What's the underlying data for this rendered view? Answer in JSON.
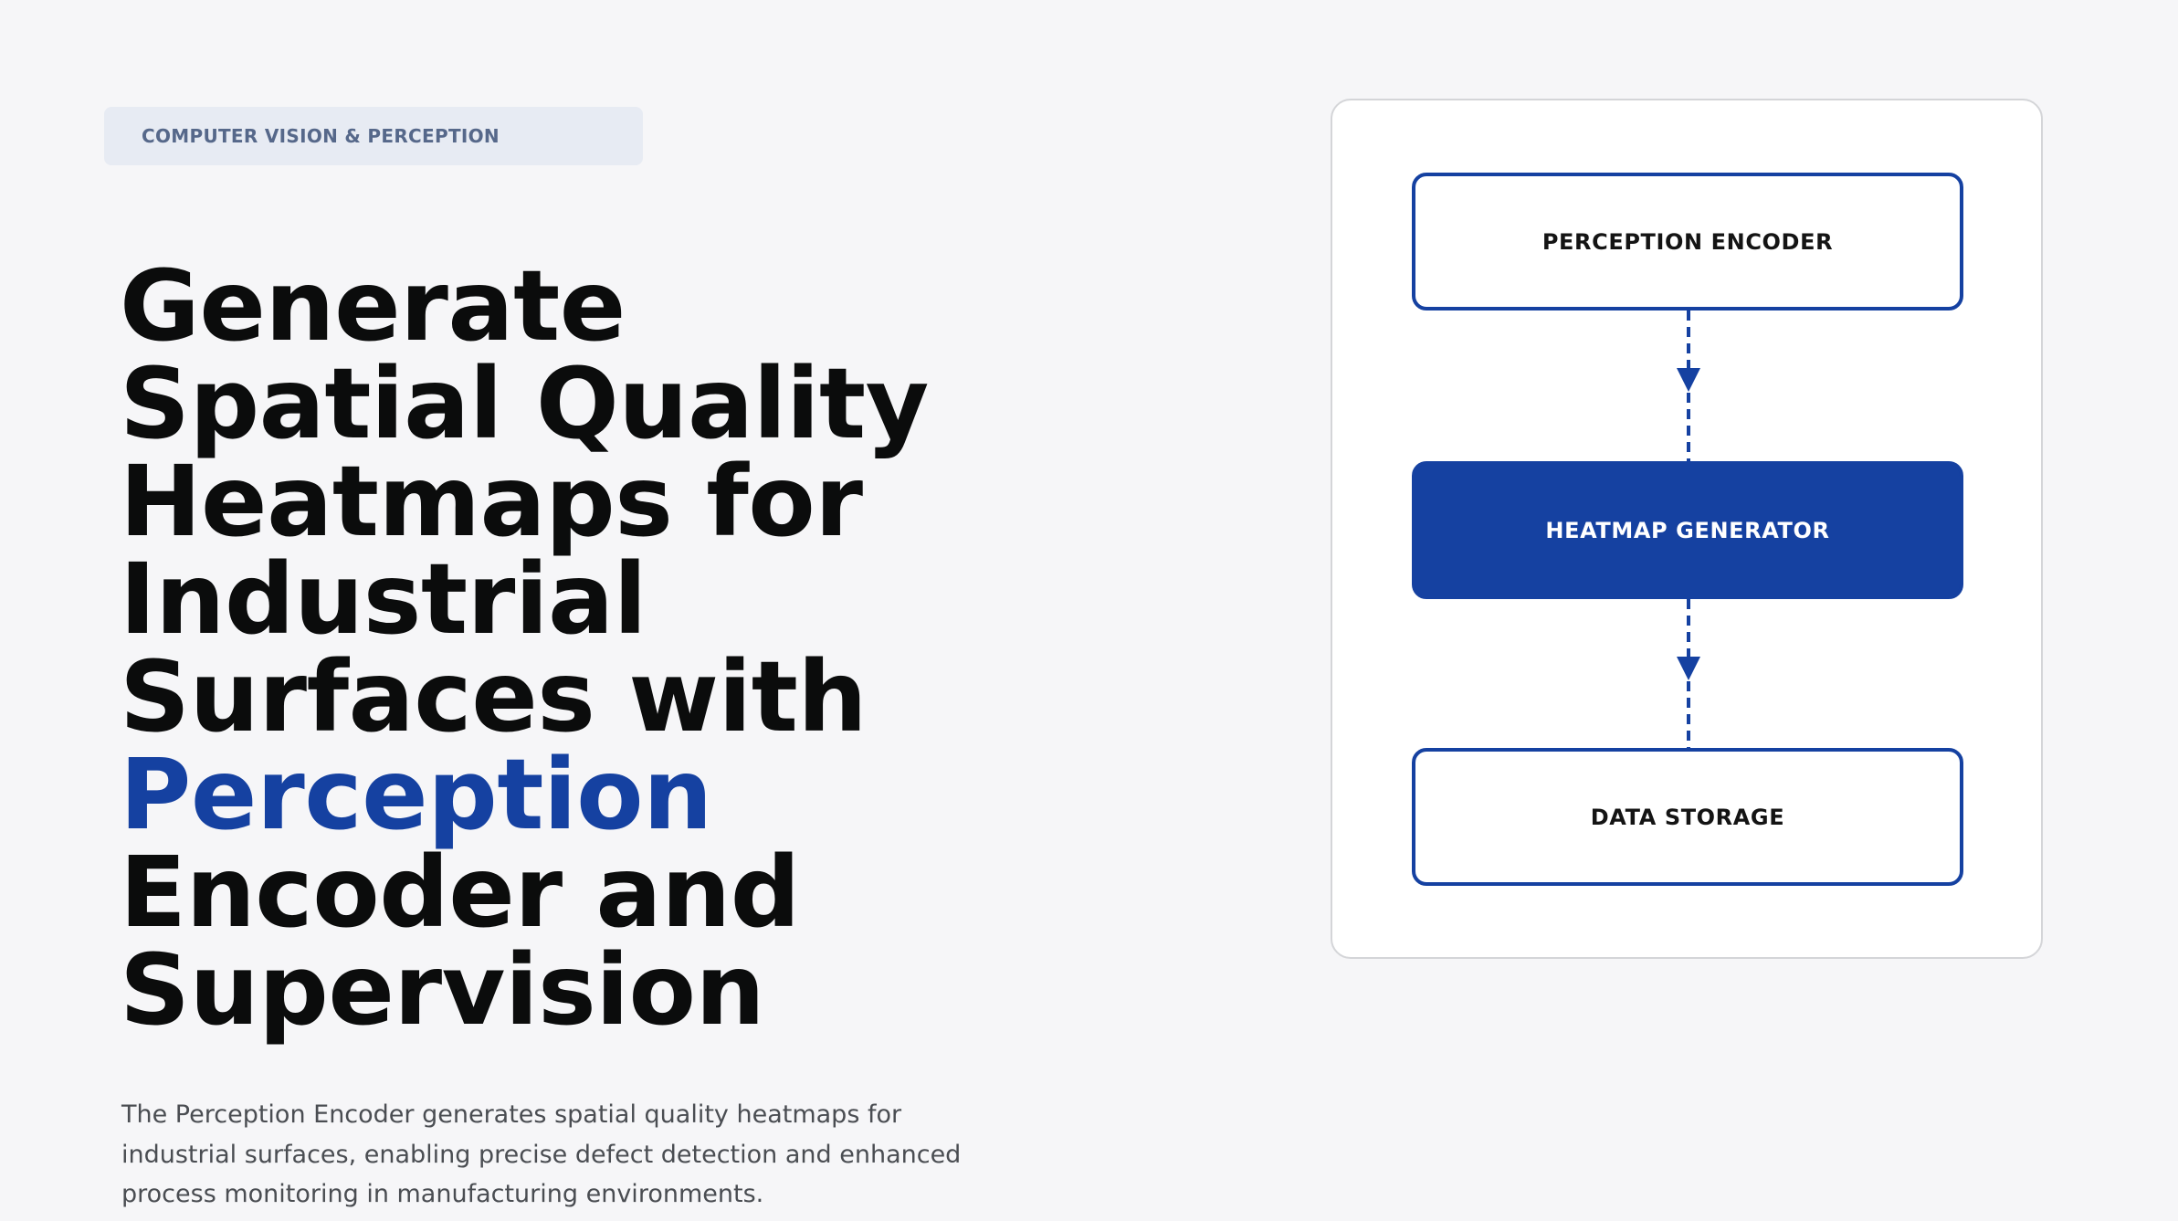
{
  "badge": {
    "label": "COMPUTER VISION & PERCEPTION"
  },
  "headline": {
    "lines": [
      "Generate",
      "Spatial Quality",
      "Heatmaps for",
      "Industrial",
      "Surfaces with"
    ],
    "accent": "Perception",
    "lines_after": [
      "Encoder and",
      "Supervision"
    ]
  },
  "description": {
    "lines": [
      "The Perception Encoder generates spatial quality heatmaps for",
      "industrial surfaces, enabling precise defect detection and enhanced",
      "process monitoring in manufacturing environments."
    ]
  },
  "diagram": {
    "nodes": [
      {
        "label": "PERCEPTION ENCODER"
      },
      {
        "label": "HEATMAP GENERATOR"
      },
      {
        "label": "DATA STORAGE"
      }
    ]
  },
  "colors": {
    "accent": "#1541a1",
    "background": "#f6f6f8",
    "badge_bg": "#e7ebf3",
    "badge_text": "#56688a",
    "text_dark": "#0b0c0c",
    "text_body": "#4a4d52"
  }
}
